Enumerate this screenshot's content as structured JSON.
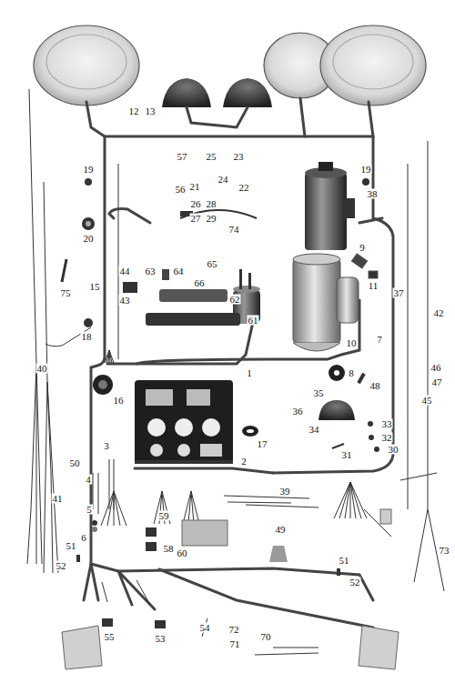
{
  "diagram": {
    "labels": [
      "12",
      "13",
      "19",
      "19",
      "57",
      "25",
      "23",
      "21",
      "24",
      "22",
      "56",
      "26",
      "28",
      "27",
      "29",
      "74",
      "38",
      "20",
      "9",
      "11",
      "44",
      "63",
      "64",
      "65",
      "66",
      "75",
      "15",
      "43",
      "62",
      "37",
      "42",
      "61",
      "18",
      "10",
      "7",
      "40",
      "1",
      "8",
      "46",
      "47",
      "16",
      "48",
      "45",
      "35",
      "36",
      "34",
      "33",
      "17",
      "32",
      "30",
      "31",
      "2",
      "50",
      "3",
      "4",
      "41",
      "59",
      "39",
      "5",
      "60",
      "49",
      "6",
      "58",
      "73",
      "51",
      "52",
      "51",
      "52",
      "55",
      "53",
      "54",
      "72",
      "70",
      "71"
    ]
  }
}
